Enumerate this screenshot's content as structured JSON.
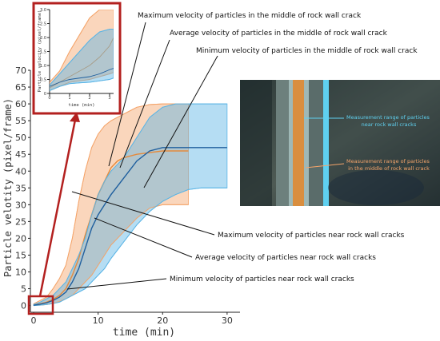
{
  "chart_data": {
    "type": "area",
    "xlabel": "time (min)",
    "ylabel": "Particle velotity (pixel/frame)",
    "xlim": [
      -0.5,
      32
    ],
    "ylim": [
      -2,
      70
    ],
    "xticks": [
      0,
      10,
      20,
      30
    ],
    "yticks": [
      0,
      5,
      10,
      15,
      20,
      25,
      30,
      35,
      40,
      45,
      50,
      55,
      60,
      65,
      70
    ],
    "colors": {
      "middle": "#f4a46a",
      "near": "#5ab4e5",
      "middle_line": "#e58a3c",
      "near_line": "#1f5f9e"
    },
    "series": [
      {
        "key": "middle",
        "x": [
          0,
          1,
          2,
          3,
          4,
          5,
          6,
          7,
          8,
          9,
          10,
          11,
          12,
          13,
          14,
          15,
          16,
          18,
          20,
          22,
          24
        ],
        "max": [
          0.5,
          1.5,
          2.5,
          5,
          8,
          12,
          20,
          31,
          40,
          47,
          51,
          53.5,
          55,
          56,
          57,
          58,
          59,
          59.8,
          60,
          60,
          60
        ],
        "average": [
          0.2,
          0.5,
          1,
          1.8,
          3,
          5,
          9,
          14,
          21,
          27,
          33,
          37,
          41,
          43,
          44,
          44.5,
          45,
          45.5,
          46,
          46,
          46
        ],
        "min": [
          0,
          0.1,
          0.3,
          0.6,
          1.2,
          2,
          3,
          5,
          7,
          9,
          12,
          15,
          18,
          20,
          22,
          24,
          26,
          29,
          30,
          30,
          30
        ]
      },
      {
        "key": "near",
        "x": [
          0,
          1,
          2,
          3,
          4,
          5,
          6,
          7,
          8,
          9,
          10,
          11,
          12,
          14,
          16,
          18,
          20,
          22,
          24,
          26,
          28,
          30
        ],
        "max": [
          0.3,
          1,
          2,
          3,
          5,
          7,
          11,
          15,
          20,
          27,
          33,
          37,
          40,
          44,
          50,
          56,
          59,
          60,
          60,
          60,
          60,
          60
        ],
        "average": [
          0.1,
          0.4,
          0.8,
          1.5,
          2.5,
          4,
          7,
          11,
          17,
          23,
          27,
          30,
          33,
          38,
          43,
          46,
          47,
          47,
          47,
          47,
          47,
          47
        ],
        "min": [
          0,
          0.1,
          0.3,
          0.6,
          1,
          2,
          3,
          4,
          5,
          7,
          9,
          11,
          14,
          19,
          24,
          28,
          31,
          33,
          34.5,
          35,
          35,
          35
        ]
      }
    ],
    "annotations": [
      "Maximum velocity of particles in the middle of rock wall crack",
      "Average velocity of particles in the middle of rock wall crack",
      "Minimum velocity of particles in the middle of rock wall crack",
      "Maximum velocity of particles near rock wall cracks",
      "Average velocity of particles near rock wall cracks",
      "Minimum velocity of particles near rock wall cracks"
    ],
    "inset": {
      "xlabel": "time (min)",
      "ylabel": "Particle velocity (pixel/frame)",
      "xlim": [
        0,
        3.2
      ],
      "ylim": [
        0,
        3
      ],
      "xticks": [
        0,
        1,
        2,
        3
      ],
      "yticks": [
        0,
        0.5,
        1.0,
        1.5,
        2.0,
        2.5,
        3.0
      ],
      "ytick_labels": [
        "0",
        "0.5",
        "1.0",
        "1.5",
        "2.0",
        "2.5",
        "3.0"
      ],
      "series": [
        {
          "key": "middle",
          "x": [
            0,
            0.5,
            1,
            1.5,
            2,
            2.5,
            3,
            3.2
          ],
          "max": [
            0.4,
            0.8,
            1.5,
            2.1,
            2.7,
            3.0,
            3.0,
            3.0
          ],
          "average": [
            0.2,
            0.4,
            0.6,
            0.8,
            1.0,
            1.3,
            1.7,
            2.0
          ],
          "min": [
            0.1,
            0.25,
            0.4,
            0.45,
            0.5,
            0.6,
            0.7,
            0.75
          ]
        },
        {
          "key": "near",
          "x": [
            0,
            0.5,
            1,
            1.5,
            2,
            2.5,
            3,
            3.2
          ],
          "max": [
            0.3,
            0.7,
            1.1,
            1.5,
            1.9,
            2.2,
            2.3,
            2.3
          ],
          "average": [
            0.25,
            0.4,
            0.5,
            0.55,
            0.6,
            0.7,
            0.85,
            0.9
          ],
          "min": [
            0.1,
            0.25,
            0.35,
            0.38,
            0.4,
            0.45,
            0.5,
            0.55
          ]
        }
      ]
    },
    "photo_labels": {
      "near": "Measurement range of particles\nnear rock wall cracks",
      "middle": "Measurement range of particles\nin the middle of rock wall crack"
    }
  }
}
